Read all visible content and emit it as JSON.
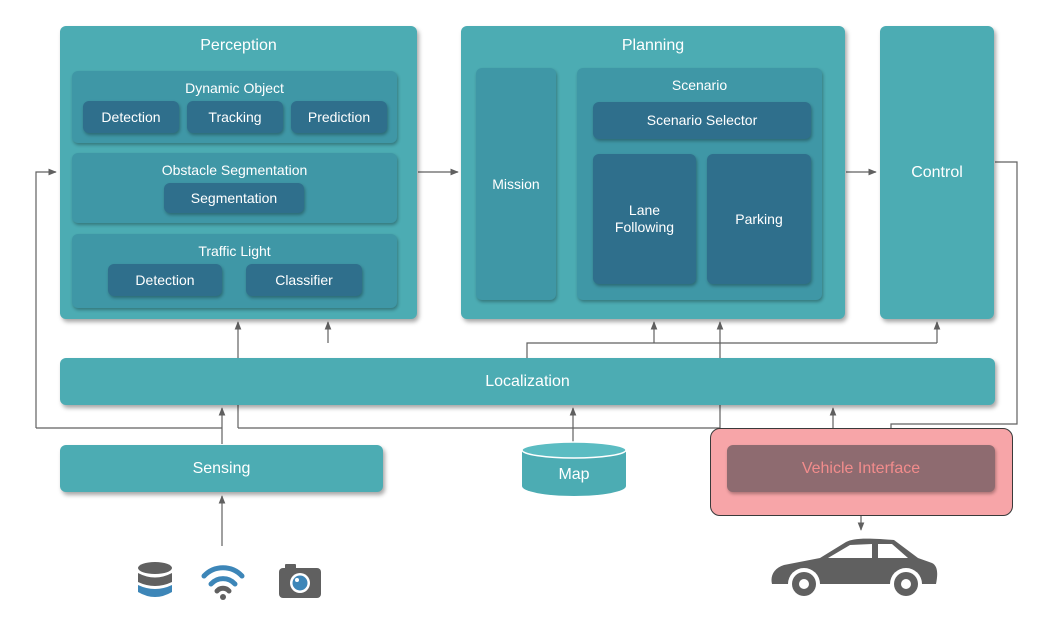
{
  "perception": {
    "title": "Perception",
    "dynamic_object": {
      "title": "Dynamic Object",
      "items": [
        "Detection",
        "Tracking",
        "Prediction"
      ]
    },
    "obstacle_segmentation": {
      "title": "Obstacle Segmentation",
      "items": [
        "Segmentation"
      ]
    },
    "traffic_light": {
      "title": "Traffic Light",
      "items": [
        "Detection",
        "Classifier"
      ]
    }
  },
  "planning": {
    "title": "Planning",
    "mission": "Mission",
    "scenario": {
      "title": "Scenario",
      "selector": "Scenario Selector",
      "lane_following": "Lane\nFollowing",
      "parking": "Parking"
    }
  },
  "control": "Control",
  "localization": "Localization",
  "sensing": "Sensing",
  "map": "Map",
  "vehicle_interface": "Vehicle Interface",
  "icons": [
    "database-icon",
    "wifi-signal-icon",
    "camera-icon",
    "car-icon"
  ],
  "colors": {
    "box": "#4cacb3",
    "sub_box": "#3f97a6",
    "leaf_box": "#2f6f8c",
    "vehicle_highlight": "#f7a5a8",
    "vehicle_box": "#8e6b70",
    "vehicle_text": "#f28c8c",
    "arrow": "#606060"
  }
}
